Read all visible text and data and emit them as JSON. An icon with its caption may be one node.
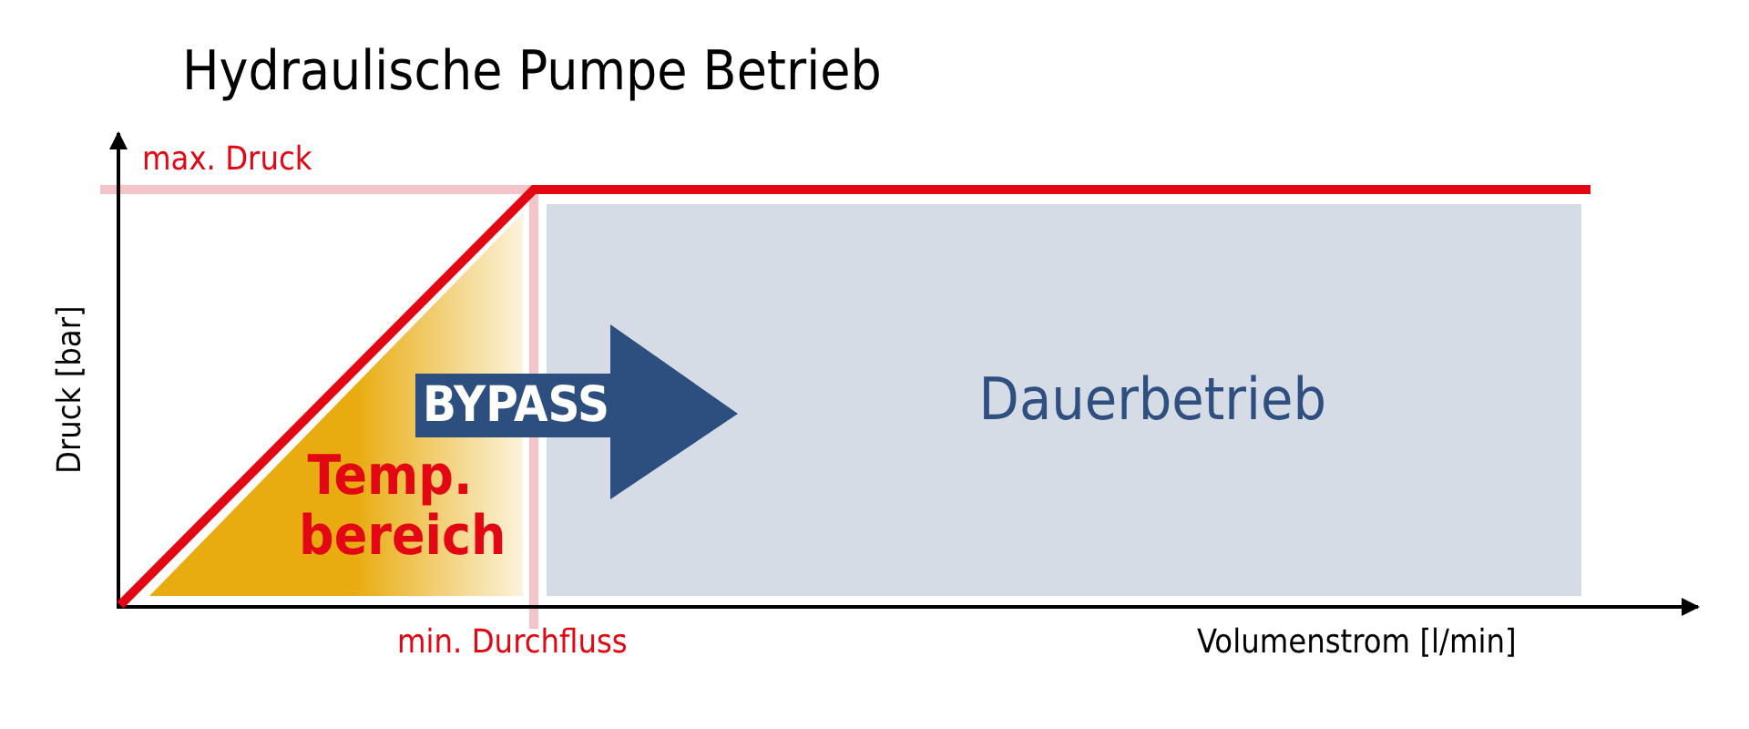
{
  "diagram": {
    "title": "Hydraulische Pumpe Betrieb",
    "nodes": [
      {
        "text": [
          "Temp. bereich"
        ]
      },
      {
        "text": [
          "Dauerbetrieb"
        ]
      }
    ],
    "edges": [
      {
        "from": 0,
        "to": 1,
        "arrow": "to",
        "label": "BYPASS"
      }
    ],
    "labels": [
      "max. Druck",
      "Druck [bar]",
      "min. Durchfluss",
      "Volumenstrom [l/min]"
    ]
  }
}
